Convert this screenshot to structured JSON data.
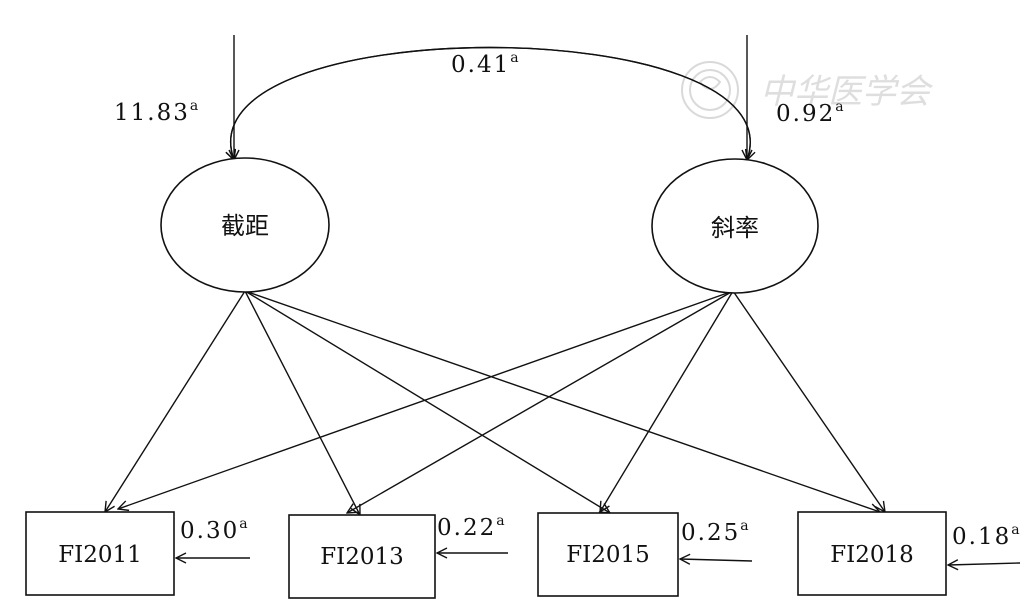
{
  "latent": {
    "intercept": "截距",
    "slope": "斜率"
  },
  "observed": [
    "FI2011",
    "FI2013",
    "FI2015",
    "FI2018"
  ],
  "estimates": {
    "intercept_variance": {
      "value": "11.83",
      "sup": "a"
    },
    "slope_variance": {
      "value": "0.92",
      "sup": "a"
    },
    "covariance": {
      "value": "0.41",
      "sup": "a"
    },
    "residuals": [
      {
        "value": "0.30",
        "sup": "a"
      },
      {
        "value": "0.22",
        "sup": "a"
      },
      {
        "value": "0.25",
        "sup": "a"
      },
      {
        "value": "0.18",
        "sup": "a"
      }
    ]
  },
  "watermark": {
    "text": "中华医学会",
    "icon": "society-seal-icon"
  }
}
